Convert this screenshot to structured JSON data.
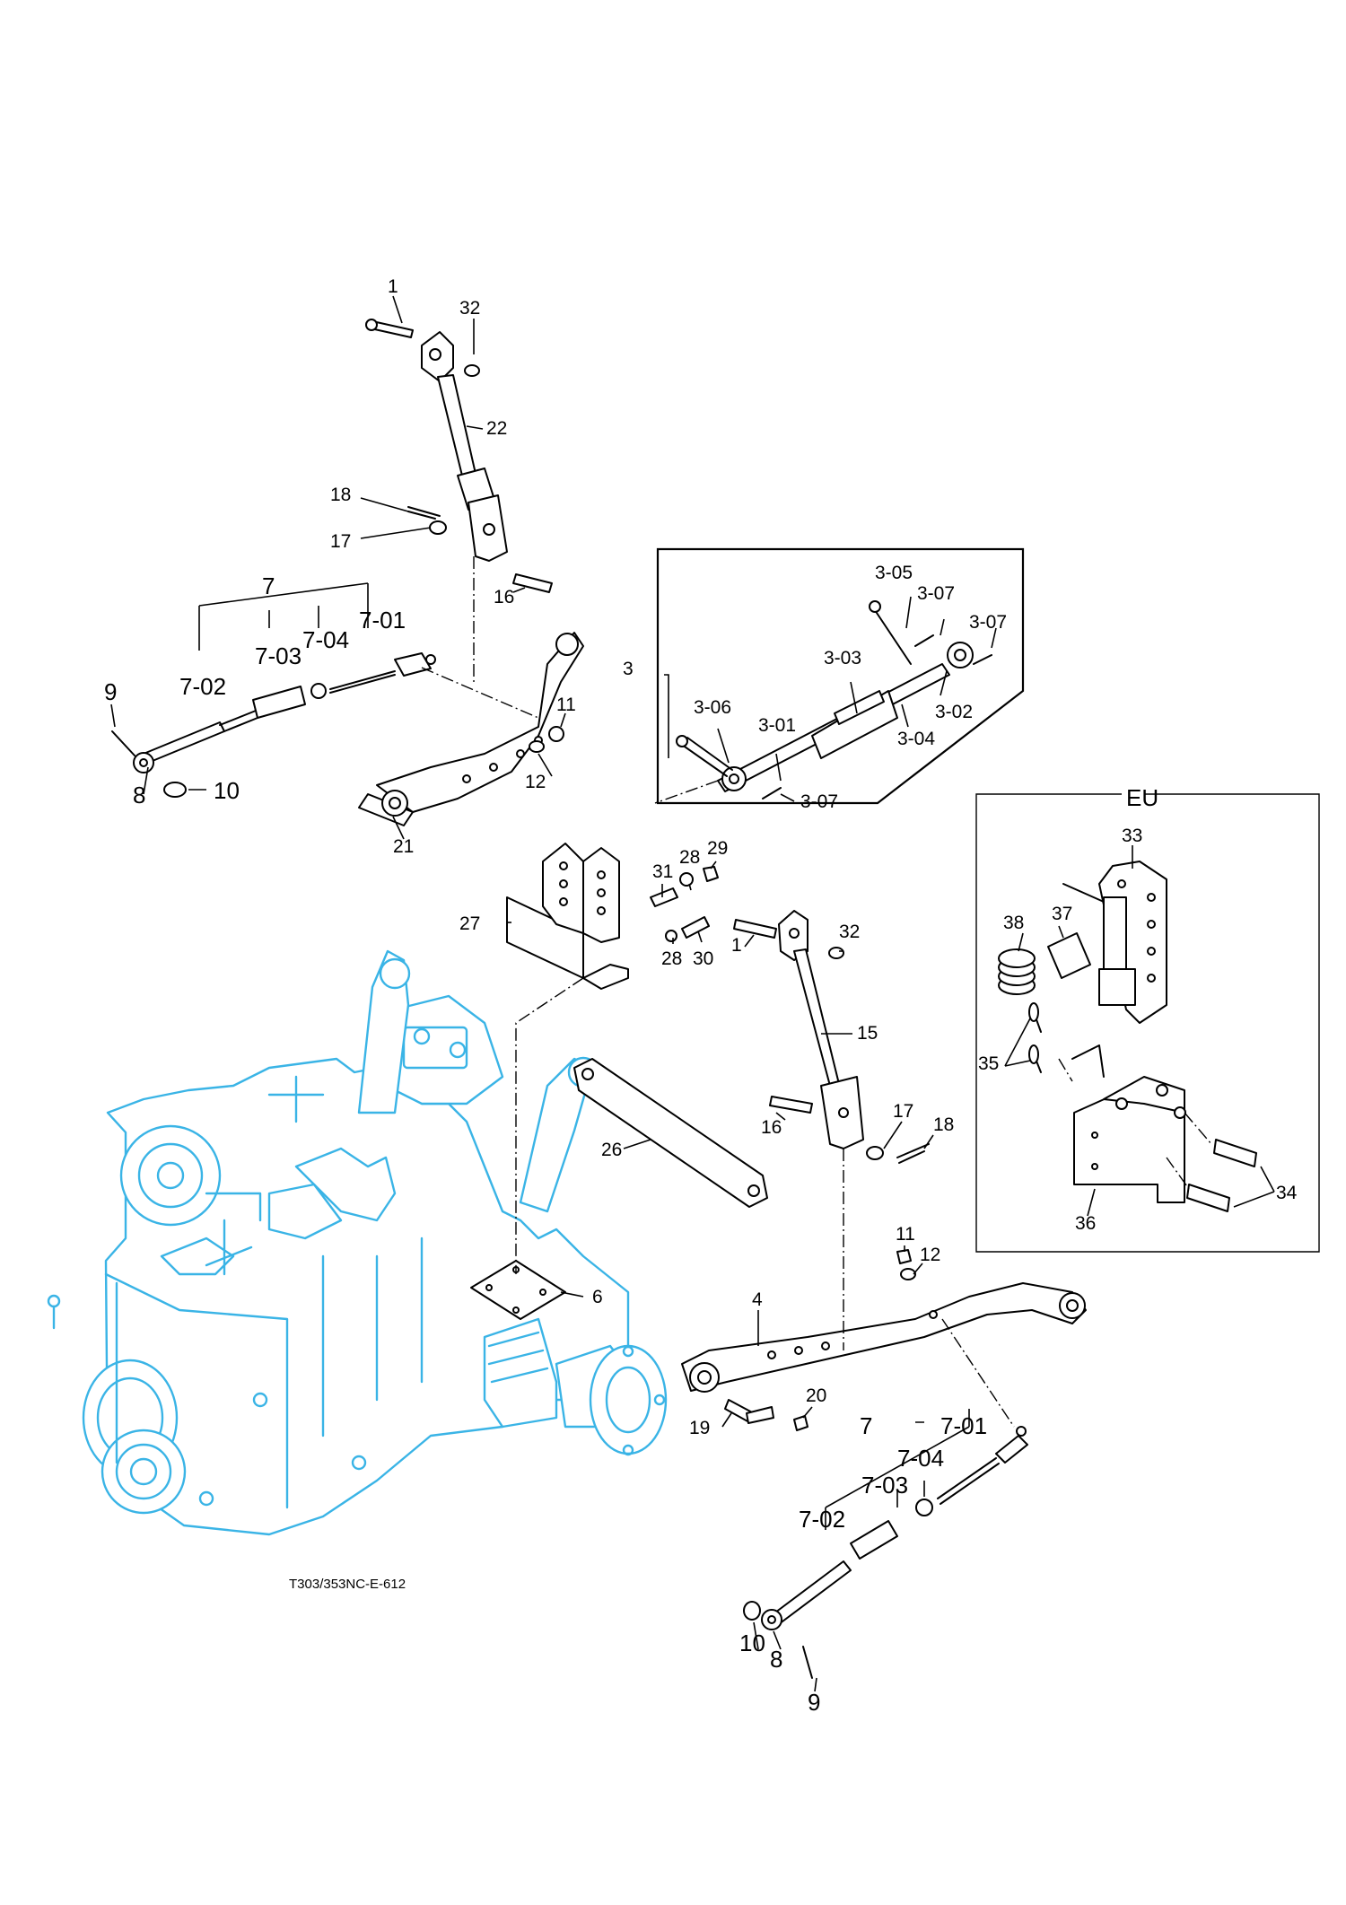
{
  "figure_code": "T303/353NC-E-612",
  "eu_label": "EU",
  "callouts": {
    "c1_top": "1",
    "c32_top": "32",
    "c22": "22",
    "c18_top": "18",
    "c17_top": "17",
    "c16_top": "16",
    "c7_left": "7",
    "c7_01_left": "7-01",
    "c7_03_left": "7-03",
    "c7_04_left": "7-04",
    "c7_02_left": "7-02",
    "c9_left": "9",
    "c8_left": "8",
    "c10_left": "10",
    "c11_top": "11",
    "c12_top": "12",
    "c21": "21",
    "c3": "3",
    "c3_05": "3-05",
    "c3_07_a": "3-07",
    "c3_07_b": "3-07",
    "c3_03": "3-03",
    "c3_06": "3-06",
    "c3_01": "3-01",
    "c3_04": "3-04",
    "c3_02": "3-02",
    "c3_07_c": "3-07",
    "c27": "27",
    "c31": "31",
    "c28_top": "28",
    "c29": "29",
    "c28_bot": "28",
    "c30": "30",
    "c1_mid": "1",
    "c32_mid": "32",
    "c15": "15",
    "c16_mid": "16",
    "c17_mid": "17",
    "c18_mid": "18",
    "c26": "26",
    "c11_mid": "11",
    "c12_mid": "12",
    "c6": "6",
    "c4": "4",
    "c20": "20",
    "c19": "19",
    "c7_right": "7",
    "c7_01_right": "7-01",
    "c7_04_right": "7-04",
    "c7_03_right": "7-03",
    "c7_02_right": "7-02",
    "c10_right": "10",
    "c8_right": "8",
    "c9_right": "9",
    "c33": "33",
    "c38": "38",
    "c37": "37",
    "c35": "35",
    "c34": "34",
    "c36": "36"
  }
}
